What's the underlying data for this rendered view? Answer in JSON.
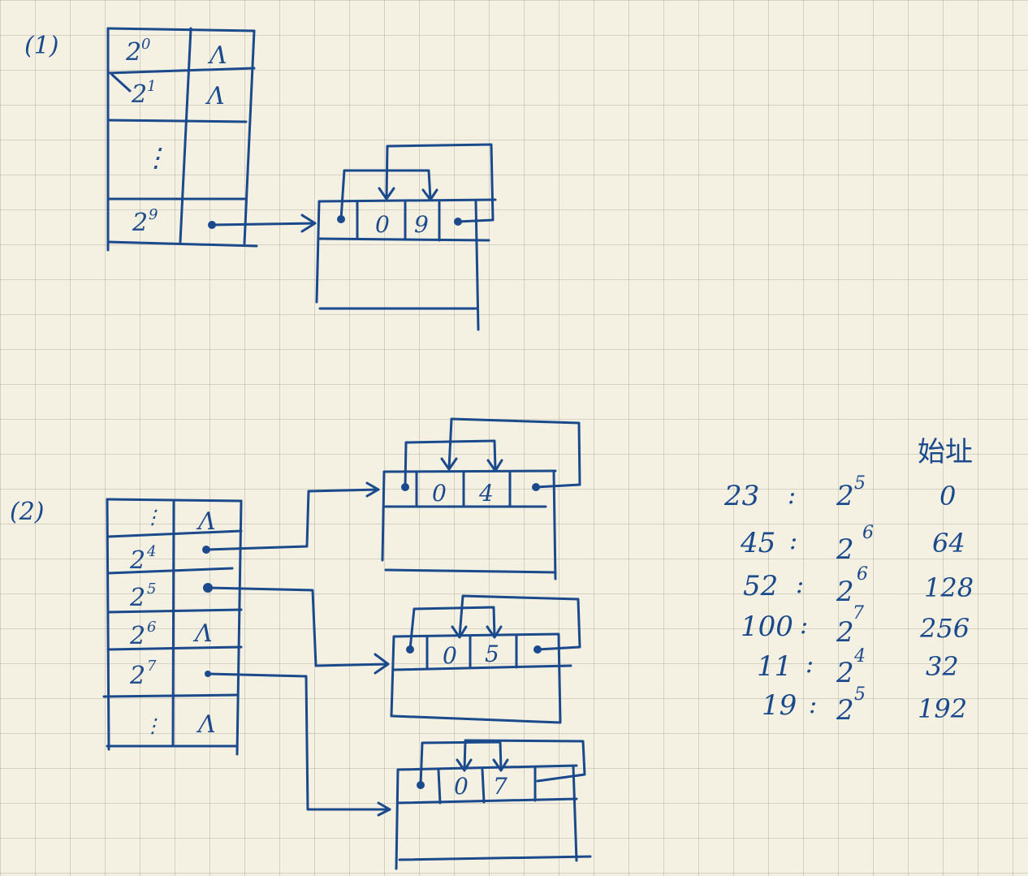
{
  "part1": {
    "label": "(1)",
    "rows": [
      {
        "base": "2",
        "exp": "0",
        "ptr": "Λ"
      },
      {
        "base": "2",
        "exp": "1",
        "ptr": "Λ"
      },
      {
        "base": "⋮",
        "exp": "",
        "ptr": ""
      },
      {
        "base": "2",
        "exp": "9",
        "ptr": "•"
      }
    ],
    "block": {
      "cells": [
        "0",
        "9"
      ]
    }
  },
  "part2": {
    "label": "(2)",
    "rows": [
      {
        "base": "⋮",
        "exp": "",
        "ptr": "Λ"
      },
      {
        "base": "2",
        "exp": "4",
        "ptr": "•"
      },
      {
        "base": "2",
        "exp": "5",
        "ptr": "•"
      },
      {
        "base": "2",
        "exp": "6",
        "ptr": "Λ"
      },
      {
        "base": "2",
        "exp": "7",
        "ptr": "•"
      },
      {
        "base": "⋮",
        "exp": "",
        "ptr": "Λ"
      }
    ],
    "blocks": [
      {
        "cells": [
          "0",
          "4"
        ]
      },
      {
        "cells": [
          "0",
          "5"
        ]
      },
      {
        "cells": [
          "0",
          "7"
        ]
      }
    ]
  },
  "table": {
    "header": "始址",
    "rows": [
      {
        "value": "23",
        "base": "2",
        "exp": "5",
        "addr": "0"
      },
      {
        "value": "45",
        "base": "2",
        "exp": "6",
        "addr": "64"
      },
      {
        "value": "52",
        "base": "2",
        "exp": "6",
        "addr": "128"
      },
      {
        "value": "100",
        "base": "2",
        "exp": "7",
        "addr": "256"
      },
      {
        "value": "11",
        "base": "2",
        "exp": "4",
        "addr": "32"
      },
      {
        "value": "19",
        "base": "2",
        "exp": "5",
        "addr": "192"
      }
    ]
  }
}
